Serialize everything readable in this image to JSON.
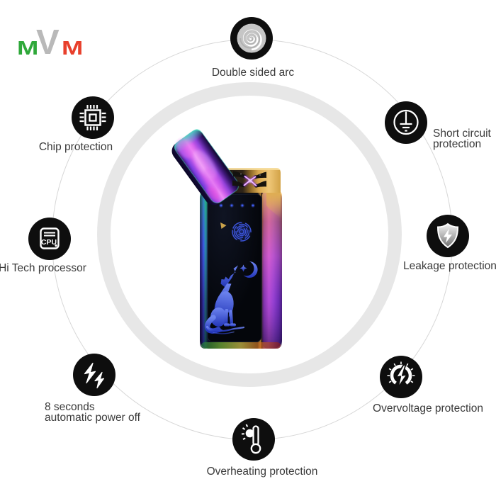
{
  "brand": {
    "m1": "M",
    "v": "V",
    "m2": "M",
    "colors": {
      "m1": "#2fa83a",
      "v": "#b9b9b9",
      "m2": "#e8402c"
    }
  },
  "features": [
    {
      "name": "double-sided-arc",
      "icon": "spiral-arc-icon",
      "lines": [
        "Double sided arc"
      ]
    },
    {
      "name": "chip-protection",
      "icon": "chip-icon",
      "lines": [
        "Chip protection"
      ]
    },
    {
      "name": "short-circuit-protection",
      "icon": "ground-terminal-icon",
      "lines": [
        "Short circuit",
        "protection"
      ]
    },
    {
      "name": "hi-tech-processor",
      "icon": "cpu-icon",
      "lines": [
        "Hi Tech processor"
      ],
      "cpu_label": "CPU"
    },
    {
      "name": "leakage-protection",
      "icon": "shield-lightning-icon",
      "lines": [
        "Leakage protection"
      ]
    },
    {
      "name": "auto-power-off",
      "icon": "double-lightning-icon",
      "lines": [
        "8 seconds",
        "automatic power off"
      ]
    },
    {
      "name": "overvoltage-protection",
      "icon": "gauge-lightning-icon",
      "lines": [
        "Overvoltage protection"
      ]
    },
    {
      "name": "overheating-protection",
      "icon": "thermometer-sun-icon",
      "lines": [
        "Overheating protection"
      ]
    }
  ],
  "product": {
    "graphic": "howling-wolf-with-moon",
    "sensor": "fingerprint-touch",
    "led_count": 4
  },
  "colors": {
    "icon_bg": "#0e0e0e",
    "label": "#3a3a3a",
    "thin_ring": "#d7d7d7",
    "thick_ring": "#e7e7e7",
    "arc_glow": "#c06af8",
    "wolf_blue": "#3a52d8"
  }
}
